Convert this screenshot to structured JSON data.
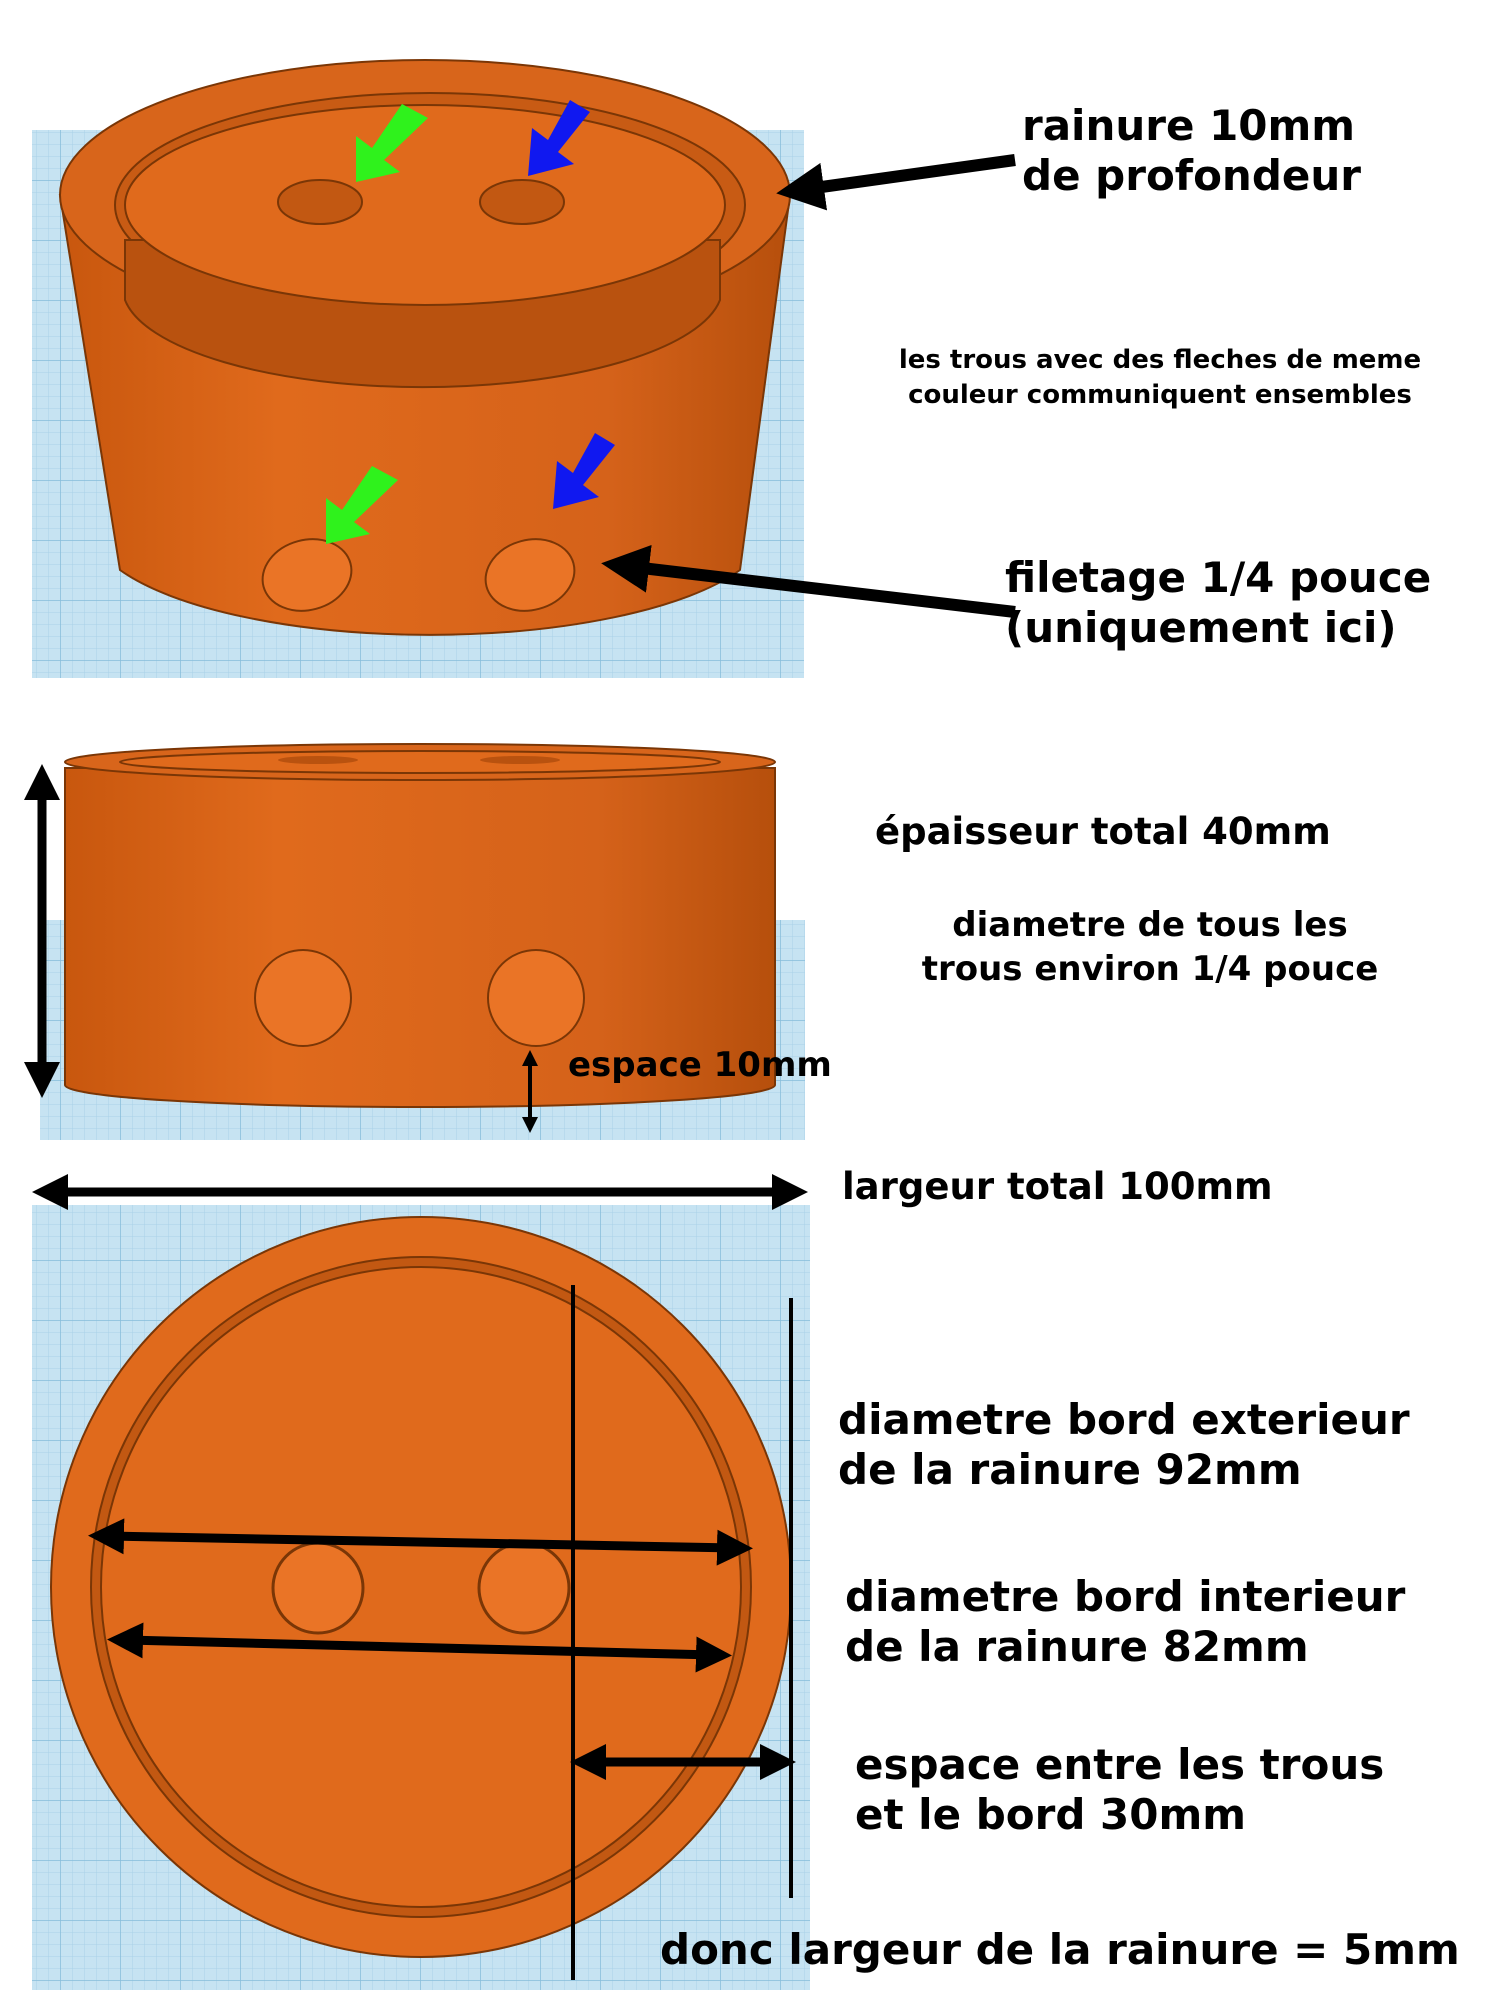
{
  "labels": {
    "groove_depth": [
      "rainure 10mm",
      "de profondeur"
    ],
    "color_note": [
      "les trous avec des fleches de meme",
      "couleur communiquent ensembles"
    ],
    "thread": [
      "filetage 1/4 pouce",
      "(uniquement ici)"
    ],
    "thickness": "épaisseur total 40mm",
    "hole_diameter": [
      "diametre de tous les",
      "trous environ 1/4 pouce"
    ],
    "spacing": "espace 10mm",
    "total_width": "largeur total 100mm",
    "outer_diameter": [
      "diametre bord exterieur",
      "de la rainure 92mm"
    ],
    "inner_diameter": [
      "diametre bord interieur",
      "de la rainure 82mm"
    ],
    "edge_space": [
      "espace entre les trous",
      "et le bord 30mm"
    ],
    "groove_width": "donc largeur de la rainure = 5mm"
  },
  "colors": {
    "part": "#e06a1c",
    "part_dark": "#b9520f",
    "grid": "#c6e3f2",
    "grid_line": "#9fcbe4",
    "arrow_green": "#2ff21c",
    "arrow_blue": "#1018f0",
    "arrow_black": "#000000"
  }
}
